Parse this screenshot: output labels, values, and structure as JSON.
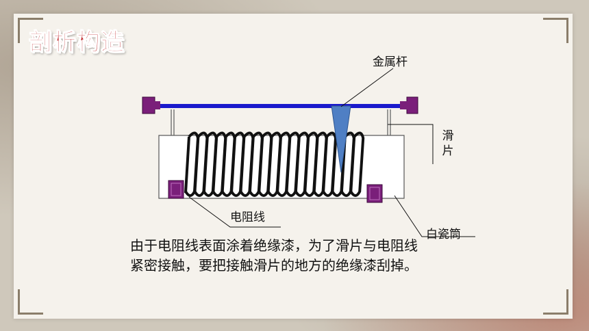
{
  "slide": {
    "heading": "剖析构造",
    "labels": {
      "metal_rod": "金属杆",
      "slider": "滑片",
      "resistance_wire": "电阻线",
      "porcelain_tube": "白瓷筒"
    },
    "body_text": "由于电阻线表面涂着绝缘漆，为了滑片与电阻线紧密接触，要把接触滑片的地方的绝缘漆刮掉。"
  },
  "colors": {
    "heading": "#c0282c",
    "rod": "#1a1acc",
    "terminal": "#7a1f7a",
    "slider": "#4f7fc4",
    "coil": "#111111"
  }
}
